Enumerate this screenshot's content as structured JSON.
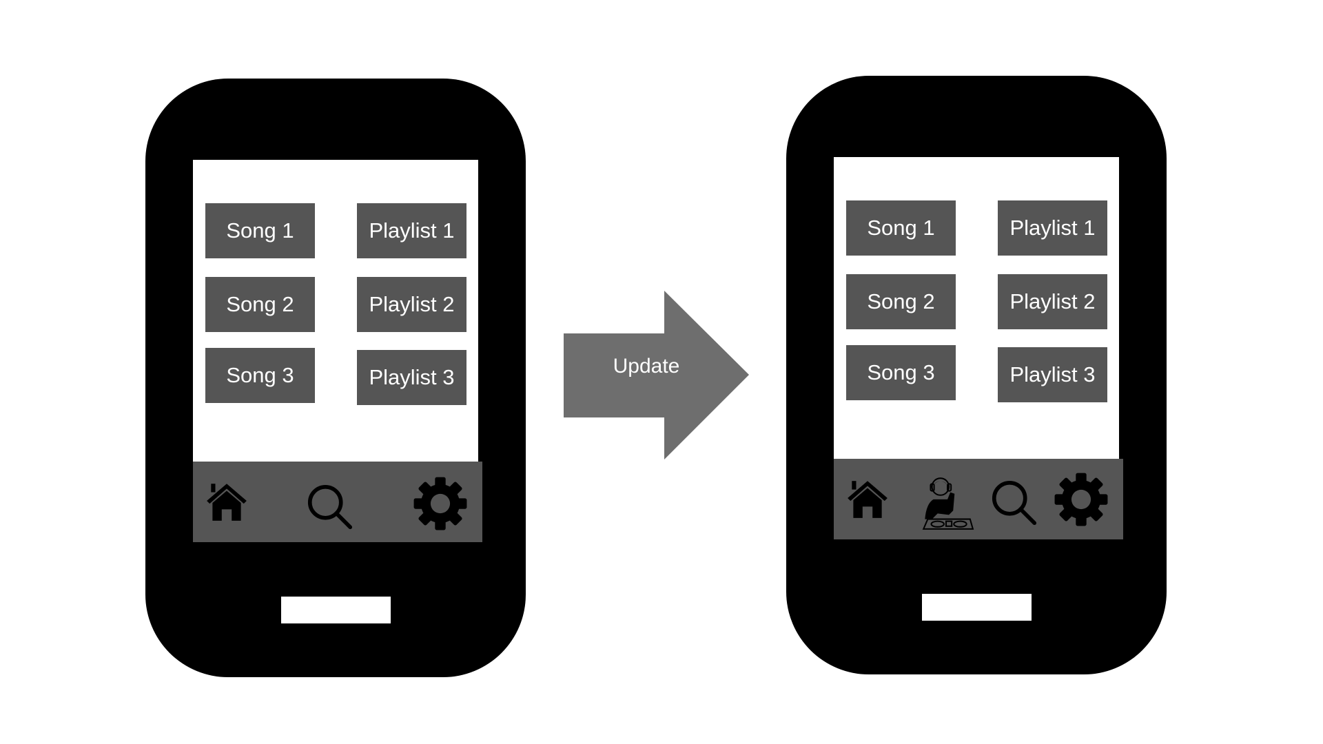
{
  "before": {
    "tiles": [
      "Song 1",
      "Playlist 1",
      "Song 2",
      "Playlist 2",
      "Song 3",
      "Playlist 3"
    ],
    "nav_icons": [
      "home-icon",
      "search-icon",
      "gear-icon"
    ]
  },
  "arrow": {
    "label": "Update"
  },
  "after": {
    "tiles": [
      "Song 1",
      "Playlist 1",
      "Song 2",
      "Playlist 2",
      "Song 3",
      "Playlist 3"
    ],
    "nav_icons": [
      "home-icon",
      "dj-icon",
      "search-icon",
      "gear-icon"
    ]
  }
}
